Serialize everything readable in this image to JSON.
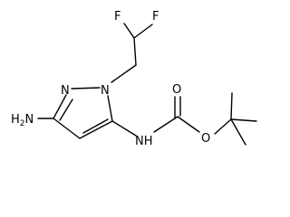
{
  "atoms": {
    "f1": "F",
    "f2": "F",
    "n_ring": "N",
    "n_ring2": "N",
    "nh2": "H2N",
    "nh": "NH",
    "o_carbonyl": "O",
    "o_ester": "O"
  },
  "colors": {
    "line": "#000000",
    "background": "#ffffff"
  }
}
